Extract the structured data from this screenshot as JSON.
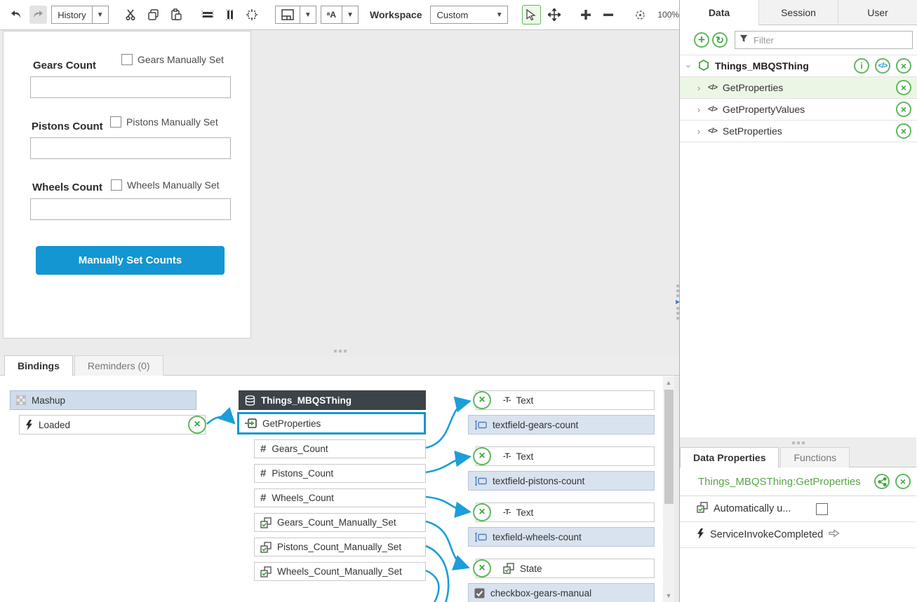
{
  "toolbar": {
    "history_label": "History",
    "workspace_label": "Workspace",
    "workspace_value": "Custom",
    "zoom_level": "100%"
  },
  "canvas": {
    "fields": [
      {
        "label": "Gears Count",
        "checkbox": "Gears Manually Set",
        "value": ""
      },
      {
        "label": "Pistons Count",
        "checkbox": "Pistons Manually Set",
        "value": ""
      },
      {
        "label": "Wheels Count",
        "checkbox": "Wheels Manually Set",
        "value": ""
      }
    ],
    "button": "Manually Set Counts"
  },
  "bindings": {
    "tabs": {
      "bindings": "Bindings",
      "reminders": "Reminders (0)"
    },
    "mashup": "Mashup",
    "loaded_event": "Loaded",
    "thing": "Things_MBQSThing",
    "service": "GetProperties",
    "properties": [
      "Gears_Count",
      "Pistons_Count",
      "Wheels_Count",
      "Gears_Count_Manually_Set",
      "Pistons_Count_Manually_Set",
      "Wheels_Count_Manually_Set"
    ],
    "targets": [
      {
        "prop": "Text",
        "widget": "textfield-gears-count"
      },
      {
        "prop": "Text",
        "widget": "textfield-pistons-count"
      },
      {
        "prop": "Text",
        "widget": "texfield-wheels-count"
      },
      {
        "prop": "State",
        "widget": "checkbox-gears-manual"
      }
    ]
  },
  "data_panel": {
    "tabs": {
      "data": "Data",
      "session": "Session",
      "user": "User"
    },
    "filter_placeholder": "Filter",
    "root": "Things_MBQSThing",
    "services": [
      "GetProperties",
      "GetPropertyValues",
      "SetProperties"
    ]
  },
  "properties_panel": {
    "tabs": {
      "data_properties": "Data Properties",
      "functions": "Functions"
    },
    "selection": "Things_MBQSThing:GetProperties",
    "auto_update_label": "Automatically u...",
    "event_label": "ServiceInvokeCompleted"
  },
  "colors": {
    "accent_blue": "#1496d2",
    "wire_blue": "#1b9ed9",
    "green": "#3fa63f",
    "dark_header": "#3d4449"
  }
}
